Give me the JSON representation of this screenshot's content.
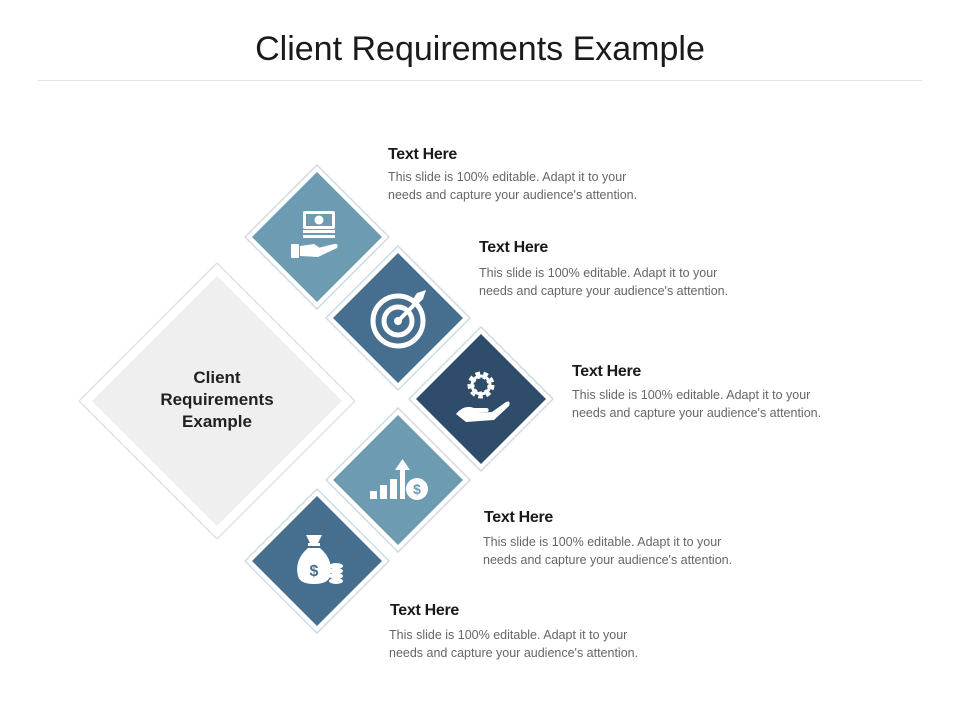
{
  "title": "Client Requirements Example",
  "center": {
    "line1": "Client",
    "line2": "Requirements",
    "line3": "Example"
  },
  "items": [
    {
      "heading": "Text Here",
      "line1": "This slide is 100% editable. Adapt it to your",
      "line2": "needs and capture your audience's attention.",
      "icon": "money-hand-icon",
      "color": "#6d9bb1"
    },
    {
      "heading": "Text Here",
      "line1": "This slide is 100% editable. Adapt it to your",
      "line2": "needs and capture your audience's attention.",
      "icon": "target-icon",
      "color": "#466e8e"
    },
    {
      "heading": "Text Here",
      "line1": "This slide is 100% editable. Adapt it to your",
      "line2": "needs and capture your audience's attention.",
      "icon": "gear-hand-icon",
      "color": "#2f4c6a"
    },
    {
      "heading": "Text Here",
      "line1": "This slide is 100% editable. Adapt it to your",
      "line2": "needs and capture your audience's attention.",
      "icon": "growth-chart-dollar-icon",
      "color": "#6d9bb1"
    },
    {
      "heading": "Text Here",
      "line1": "This slide is 100% editable. Adapt it to your",
      "line2": "needs and capture your audience's attention.",
      "icon": "money-bag-icon",
      "color": "#466e8e"
    }
  ]
}
